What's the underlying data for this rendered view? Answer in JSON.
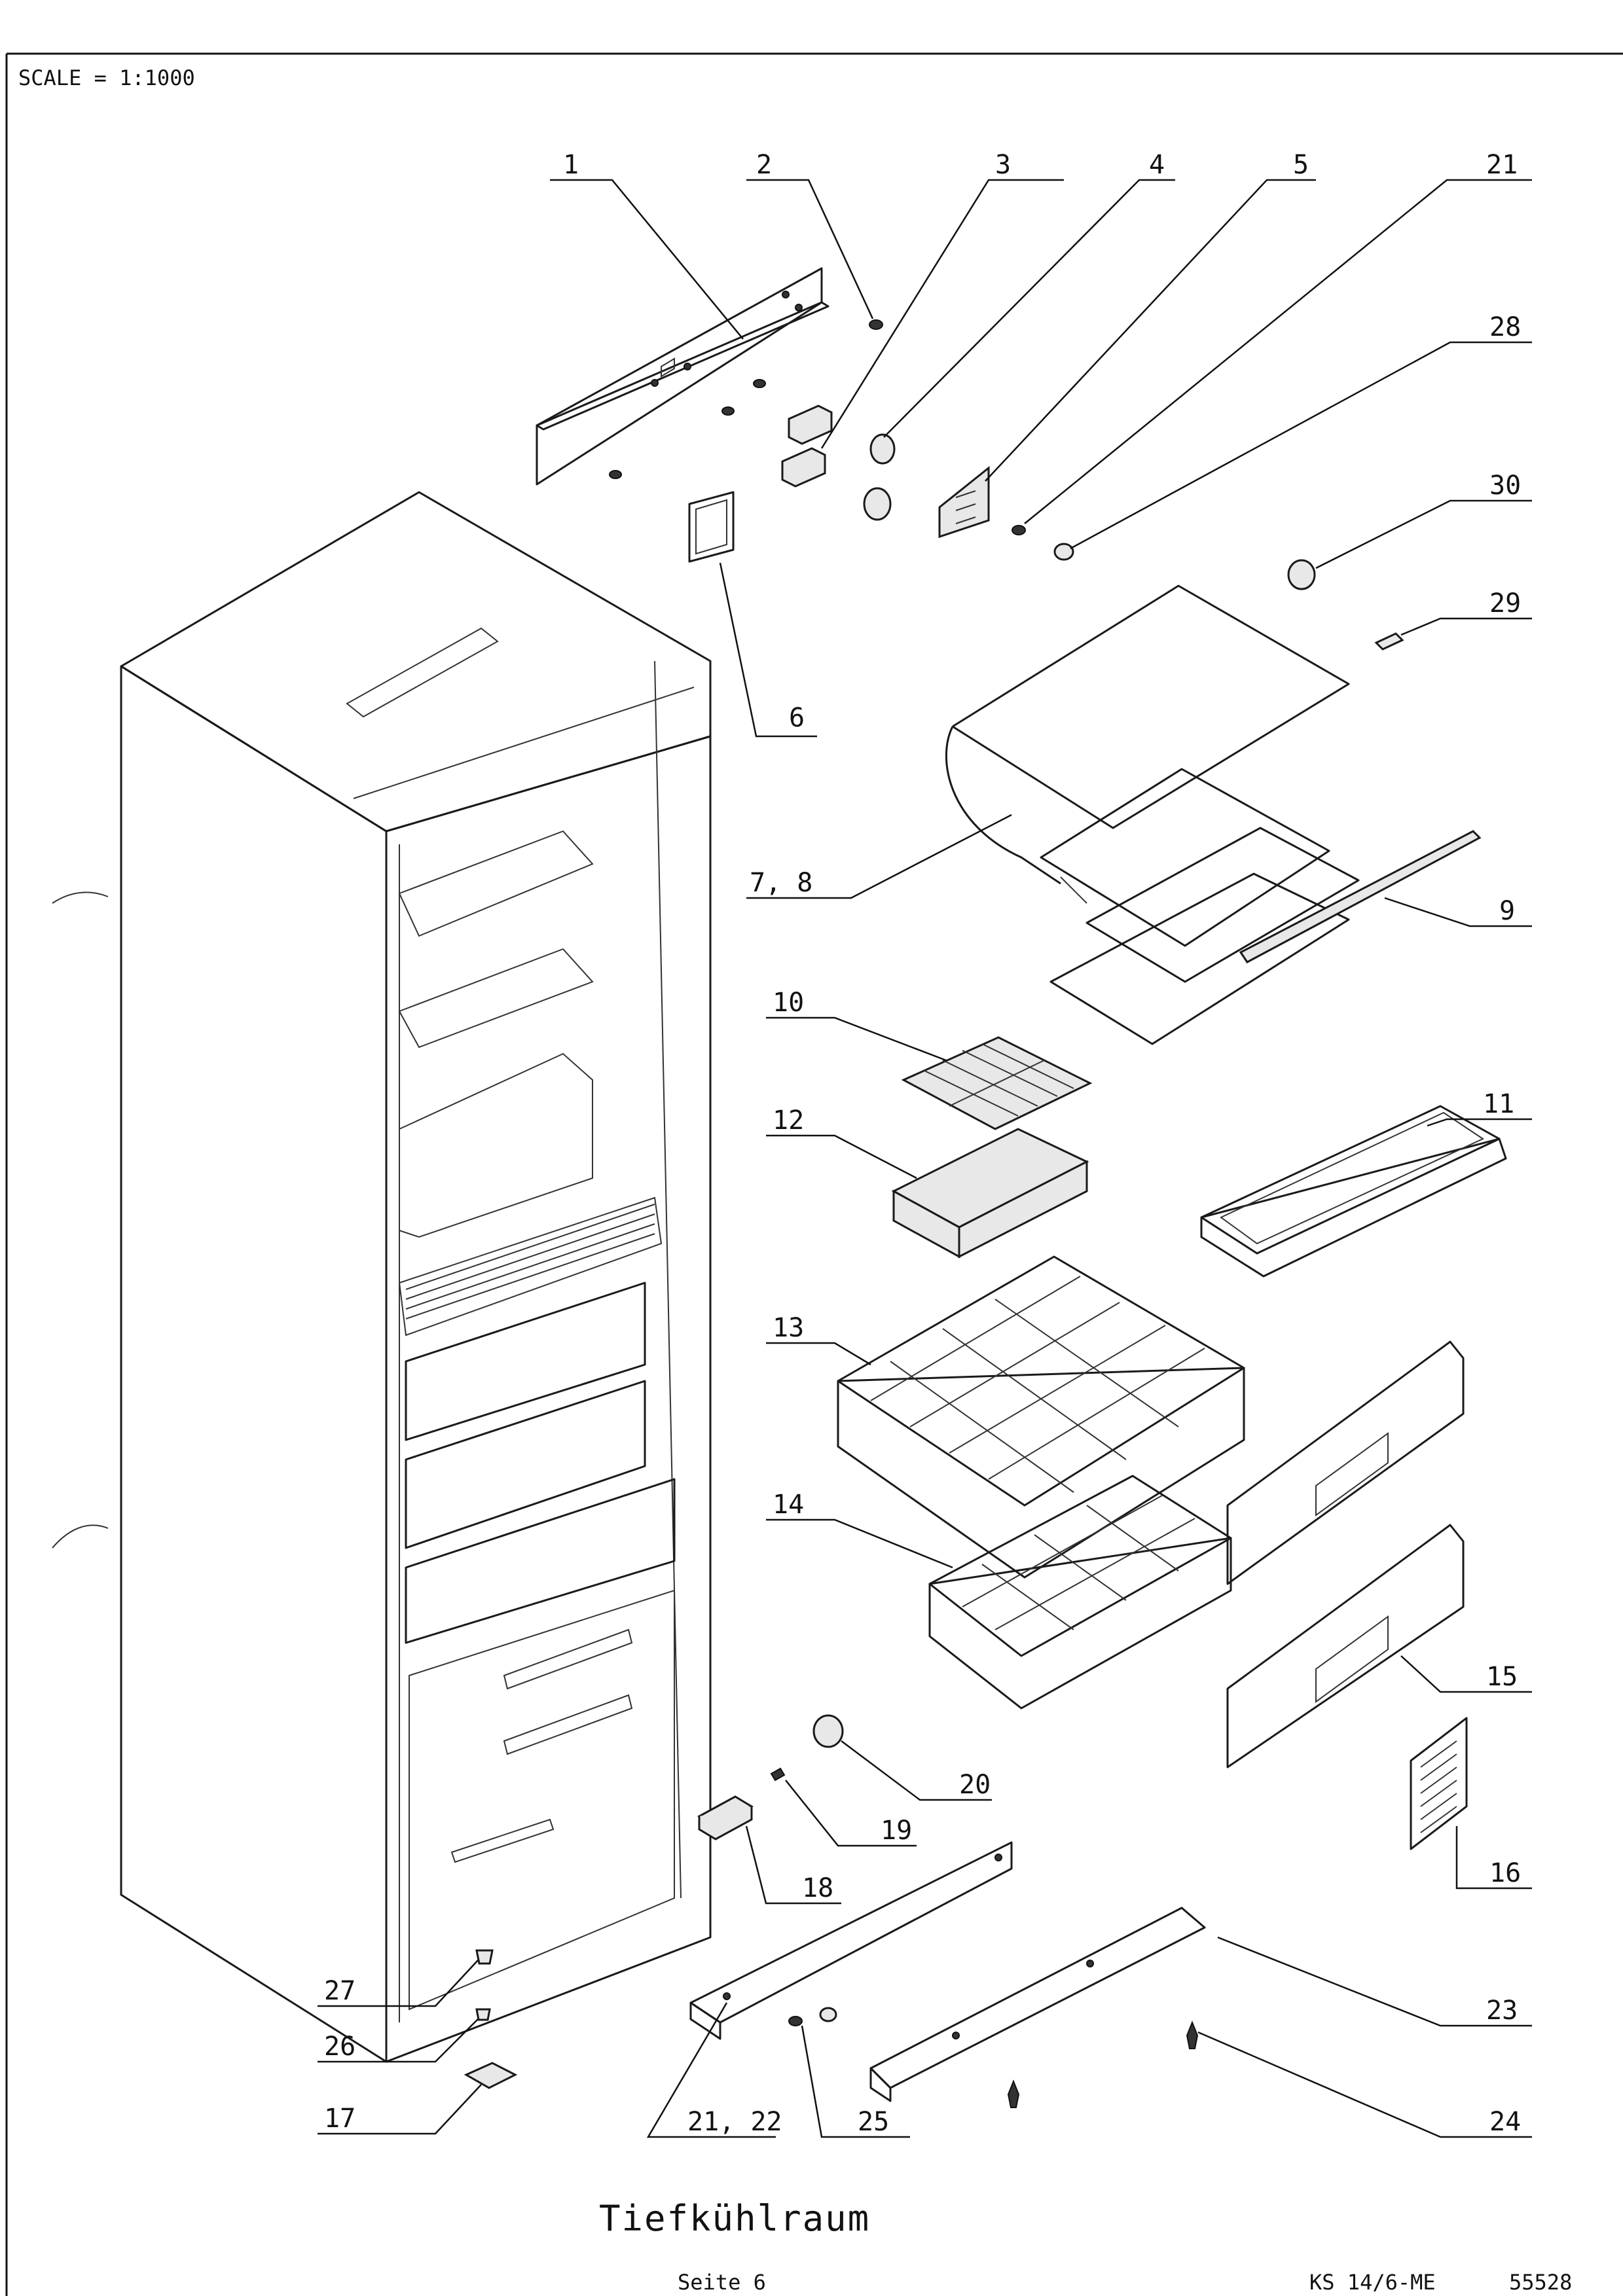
{
  "header": {
    "scale_label": "SCALE = 1:1000"
  },
  "title": "Tiefkühlraum",
  "footer": {
    "page": "Seite 6",
    "model": "KS 14/6-ME",
    "code": "55528"
  },
  "labels": [
    "1",
    "2",
    "3",
    "4",
    "5",
    "21",
    "28",
    "30",
    "29",
    "6",
    "7, 8",
    "9",
    "10",
    "11",
    "12",
    "13",
    "14",
    "15",
    "20",
    "19",
    "18",
    "16",
    "23",
    "27",
    "26",
    "17",
    "21, 22",
    "25",
    "24"
  ]
}
